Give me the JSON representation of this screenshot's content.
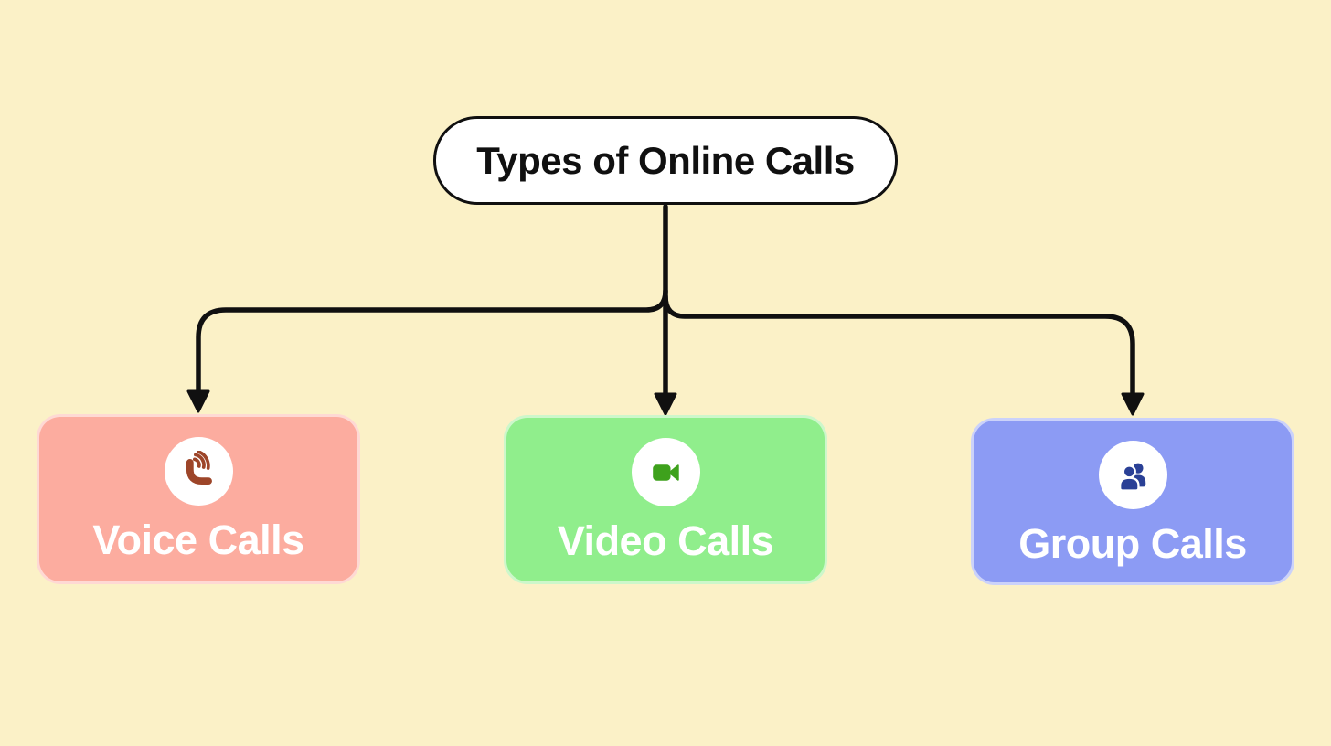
{
  "diagram": {
    "background_color": "#FBF1C7",
    "connector_color": "#101010",
    "root": {
      "label": "Types of Online Calls",
      "bg_color": "#FFFFFF",
      "border_color": "#101010",
      "text_color": "#101010"
    },
    "nodes": [
      {
        "label": "Voice Calls",
        "icon": "phone-call-icon",
        "bg_color": "#FCAC9F",
        "icon_color": "#9D4529",
        "text_color": "#FFFFFF"
      },
      {
        "label": "Video Calls",
        "icon": "video-camera-icon",
        "bg_color": "#90EE8C",
        "icon_color": "#3EA11C",
        "text_color": "#FFFFFF"
      },
      {
        "label": "Group Calls",
        "icon": "group-people-icon",
        "bg_color": "#8C9BF4",
        "icon_color": "#2A4096",
        "text_color": "#FFFFFF"
      }
    ]
  }
}
